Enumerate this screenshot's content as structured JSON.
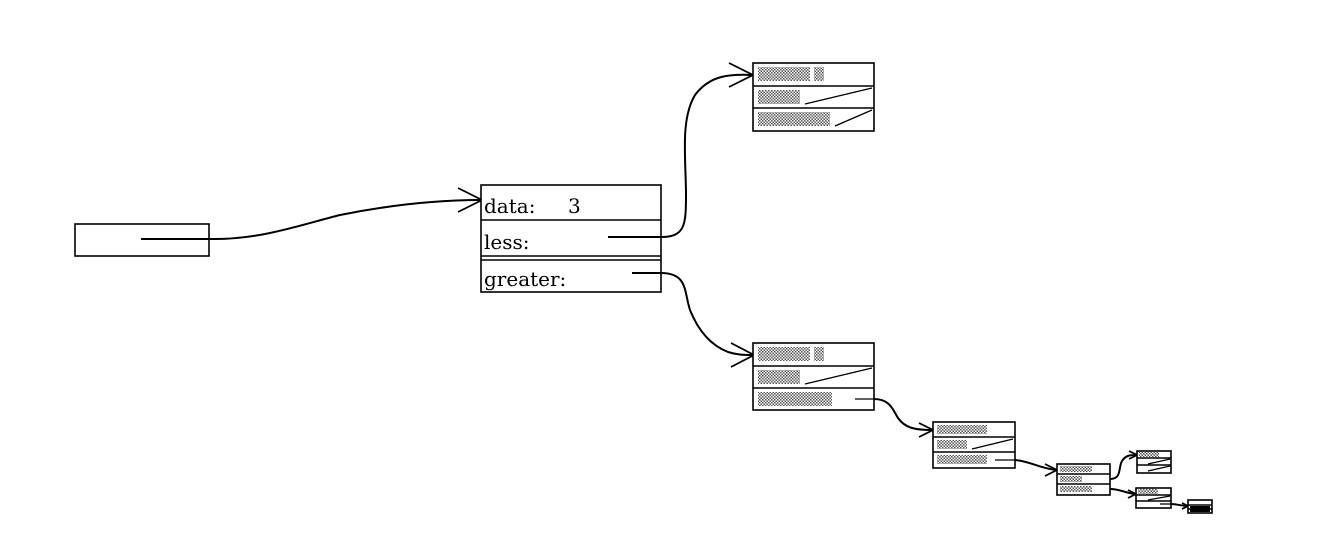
{
  "root_node": {
    "fields": [
      {
        "label": "data:",
        "value": "3"
      },
      {
        "label": "less:",
        "value": ""
      },
      {
        "label": "greater:",
        "value": ""
      }
    ]
  },
  "colors": {
    "ink": "#000000",
    "background": "#ffffff",
    "greyed_text": "#7a7a7a"
  },
  "icons": [
    "arrowhead-icon"
  ]
}
